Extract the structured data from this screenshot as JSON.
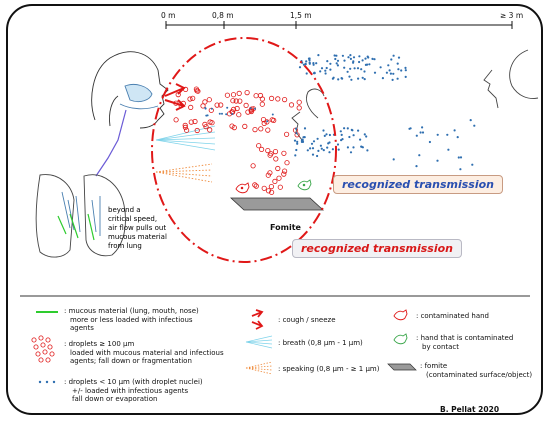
{
  "scale": {
    "ticks": [
      "0 m",
      "0,8 m",
      "1,5 m",
      "≥ 3 m"
    ]
  },
  "labels": {
    "fomite": "Fomite",
    "cough_note": [
      "beyond a",
      "critical speed,",
      "air flow pulls out",
      "mucous material",
      "from lung"
    ],
    "recognized_1": "recognized transmission",
    "recognized_2": "recognized transmission"
  },
  "legend": {
    "mucous": [
      ": mucous material (lung, mouth, nose)",
      "more or less loaded with infectious",
      "agents"
    ],
    "droplets_large": [
      ": droplets ≥ 100 µm",
      "loaded with mucous material and infectious",
      "agents; fall down or fragmentation"
    ],
    "droplets_small": [
      ": droplets < 10 µm (with droplet nuclei)",
      "+/- loaded with infectious agents",
      "fall down or evaporation"
    ],
    "cough": ": cough / sneeze",
    "breath": ": breath (0,8 µm - 1 µm)",
    "speaking": ": speaking (0,8 µm - ≥ 1 µm)",
    "hand": ": contaminated hand",
    "hand_contact": [
      ": hand that is contaminated",
      "by contact"
    ],
    "fomite": [
      ": fomite",
      "(contaminated surface/object)"
    ]
  },
  "credit": "B. Pellat 2020",
  "colors": {
    "red": "#e01818",
    "blue_dots": "#2f6fb0",
    "mucous_green": "#2ecc2e",
    "breath": "#7fd3ea",
    "speaking": "#ef8a3a",
    "hand_green": "#3aa64a",
    "fomite_gray": "#9a9a9a"
  }
}
